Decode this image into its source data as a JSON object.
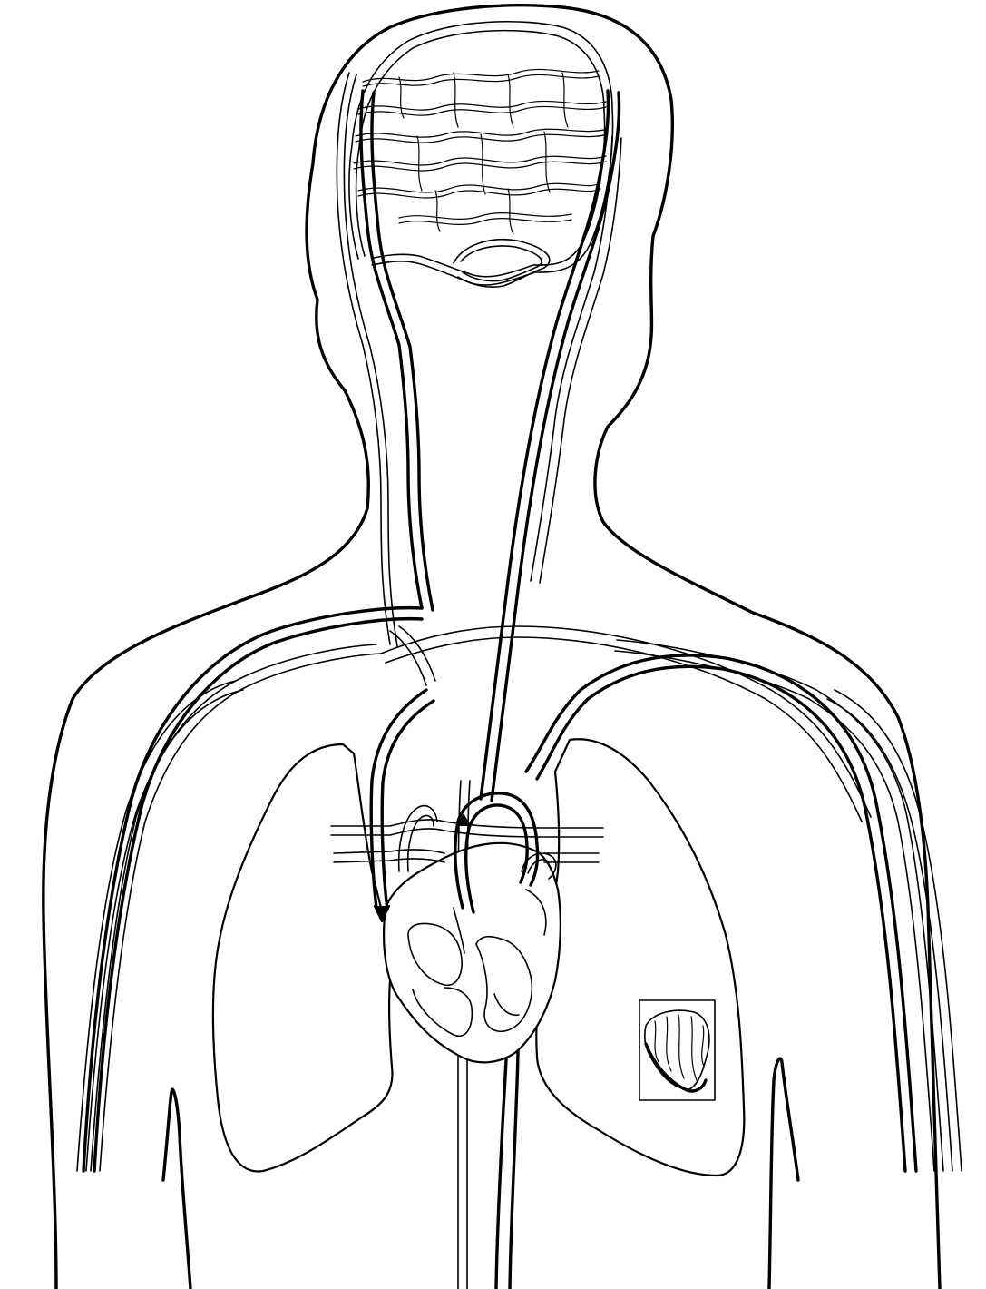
{
  "diagram": {
    "subject": "human-circulatory-system",
    "labels": [],
    "colors": {
      "background": "#ffffff",
      "line": "#000000",
      "vessel_fill": "#ffffff"
    },
    "regions": [
      "body-outline",
      "brain-capillary-network",
      "left-lung",
      "right-lung",
      "heart",
      "systemic-capillary-inset"
    ]
  }
}
